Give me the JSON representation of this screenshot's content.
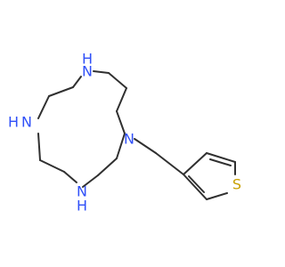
{
  "molecule": {
    "atoms": [
      {
        "id": "n1",
        "label": "N",
        "element": "N"
      },
      {
        "id": "n2",
        "label": "N",
        "element": "N"
      },
      {
        "id": "n3",
        "label": "H",
        "element": "N"
      },
      {
        "id": "n4",
        "label": "H",
        "element": "N"
      },
      {
        "id": "s1",
        "label": "S",
        "element": "S"
      }
    ],
    "colors": {
      "bond": "#303030",
      "nitrogen": "#3050f8",
      "sulfur": "#c8a000",
      "background": "#ffffff"
    }
  },
  "labels": {
    "n_top": "H",
    "n_top_n": "N",
    "n_left_h": "H",
    "n_left_n": "N",
    "n_right": "N",
    "n_bottom_n": "N",
    "n_bottom_h": "H",
    "s_label": "S"
  }
}
